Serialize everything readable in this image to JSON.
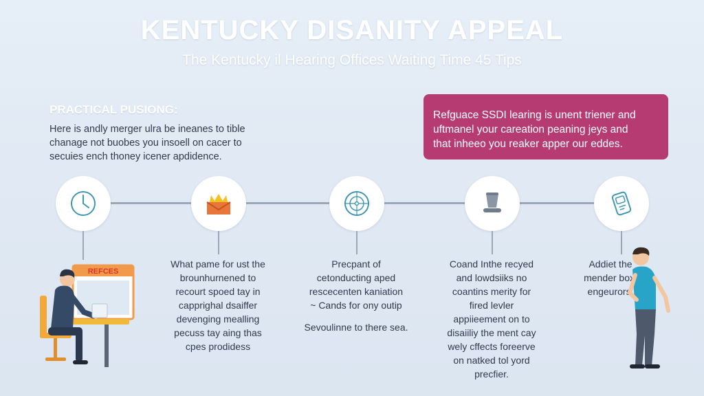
{
  "header": {
    "title": "KENTUCKY DISANITY APPEAL",
    "subtitle": "The Kentucky il Hearing Offices Waiting Time 45 Tips"
  },
  "practical": {
    "heading": "PRACTICAL PUSIONG:",
    "lines": [
      "Here is andly merger ulra be ineanes to tible",
      "chanage not buobes you insoell on cacer to",
      "secuies ench thoney icener apdidence."
    ]
  },
  "callout": {
    "lines": [
      "Refguace SSDI learing is unent triener and",
      "uftmanel your careation peaning jeys and",
      "that inheeo you reaker apper our eddes."
    ],
    "color": "#b53b72"
  },
  "illustration": {
    "screen_label": "REFCES"
  },
  "steps": [
    {
      "icon": "clock-icon",
      "lines": []
    },
    {
      "icon": "envelope-icon",
      "lines": [
        "What pame for ust the",
        "brounhurnened to",
        "recourt spoed tay in",
        "capprighal dsaiffer",
        "devenging mealling",
        "pecuss tay aing thas",
        "cpes prodidess"
      ]
    },
    {
      "icon": "compass-icon",
      "lines": [
        "Precpant of",
        "cetonducting aped",
        "rescecenten kaniation",
        "~ Cands for ony outip"
      ],
      "extra_line": "Sevoulinne to there sea."
    },
    {
      "icon": "gavel-icon",
      "lines": [
        "Coand Inthe recyed",
        "and lowdsiiks no",
        "coantins merity for",
        "fired levler",
        "appiieement on to",
        "disaiiliy the ment cay",
        "wely cffects foreerve",
        "on natked tol yord",
        "precfier."
      ]
    },
    {
      "icon": "phone-icon",
      "lines": [
        "Addiet the",
        "mender box.",
        "engeurors."
      ]
    }
  ],
  "colors": {
    "background": "#e2ebf5",
    "timeline": "#9aa7b6",
    "icon_accent": "#3f97b3",
    "envelope_orange": "#e8763a",
    "envelope_yellow": "#f4c21f"
  }
}
